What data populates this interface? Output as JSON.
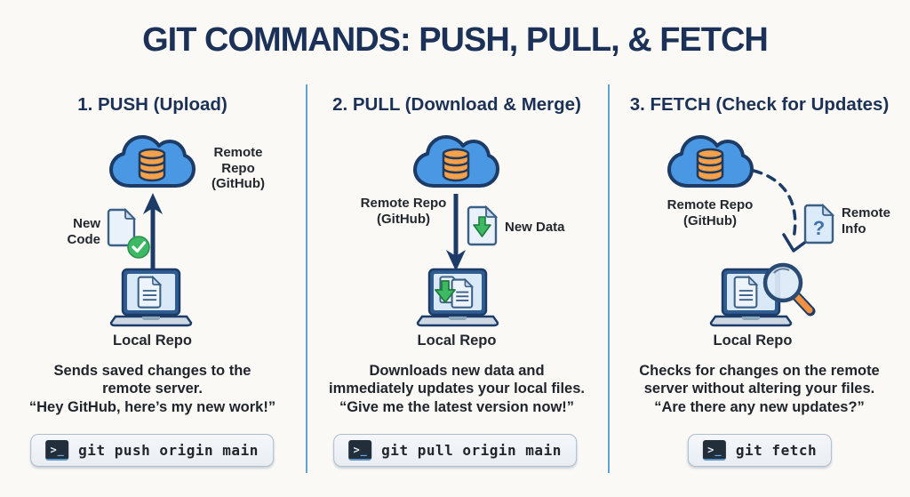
{
  "title": "GIT COMMANDS: PUSH, PULL, & FETCH",
  "colors": {
    "title_navy": "#1b3157",
    "outline_navy": "#1c3b66",
    "cloud_blue": "#4a97e3",
    "database_orange": "#f5a04b",
    "divider_blue": "#5da3d5",
    "success_green": "#3db863",
    "magnifier_handle_orange": "#f09040",
    "background": "#faf9f6"
  },
  "terminal": {
    "prompt": ">",
    "cursor": "_"
  },
  "columns": [
    {
      "heading": "1. PUSH (Upload)",
      "remote_repo_label": "Remote Repo\n(GitHub)",
      "annotation_label": "New\nCode",
      "local_repo_label": "Local Repo",
      "description": "Sends saved changes to the\nremote server.\n“Hey GitHub, here’s my new work!”",
      "command": "git push origin main"
    },
    {
      "heading": "2. PULL (Download & Merge)",
      "remote_repo_label": "Remote Repo\n(GitHub)",
      "annotation_label": "New Data",
      "local_repo_label": "Local Repo",
      "description": "Downloads new data and\nimmediately updates your local files.\n“Give me the latest version now!”",
      "command": "git pull origin main"
    },
    {
      "heading": "3. FETCH (Check for Updates)",
      "remote_repo_label": "Remote Repo\n(GitHub)",
      "annotation_label": "Remote\nInfo",
      "local_repo_label": "Local Repo",
      "description": "Checks for changes on the remote\nserver without altering your files.\n“Are there any new updates?”",
      "command": "git fetch"
    }
  ]
}
